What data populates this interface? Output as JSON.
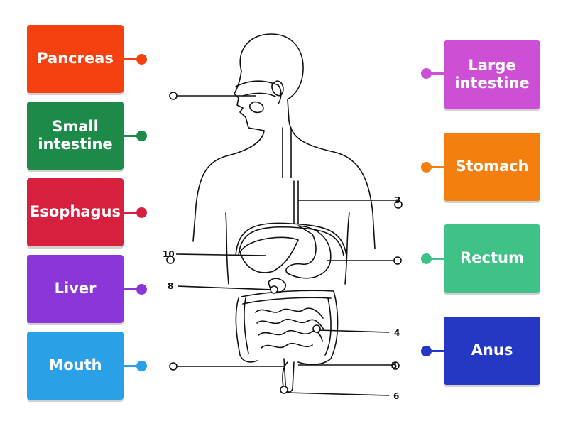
{
  "left_tiles": [
    {
      "label": "Pancreas",
      "color": "#f4410f"
    },
    {
      "label": "Small intestine",
      "color": "#1e8a49"
    },
    {
      "label": "Esophagus",
      "color": "#d6203e"
    },
    {
      "label": "Liver",
      "color": "#8a36d8"
    },
    {
      "label": "Mouth",
      "color": "#2aa0e6"
    }
  ],
  "right_tiles": [
    {
      "label": "Large intestine",
      "color": "#cc4fd6"
    },
    {
      "label": "Stomach",
      "color": "#f57f0e"
    },
    {
      "label": "Rectum",
      "color": "#3ec287"
    },
    {
      "label": "Anus",
      "color": "#2438c4"
    }
  ],
  "diagram": {
    "number_labels": [
      "3",
      "4",
      "5",
      "6",
      "8",
      "10"
    ]
  }
}
